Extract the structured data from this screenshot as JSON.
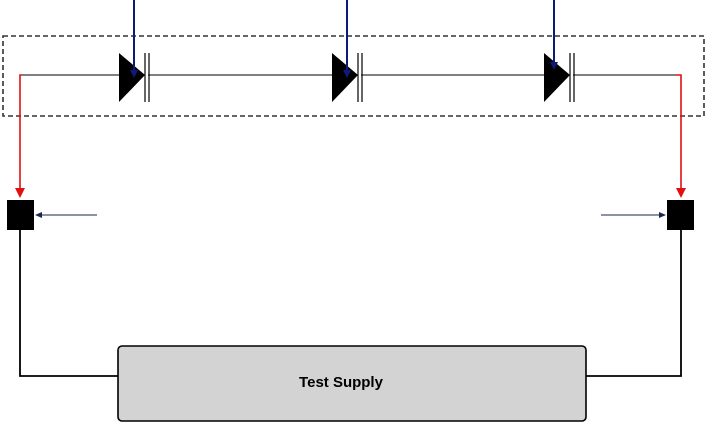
{
  "supply": {
    "label": "Test Supply"
  },
  "colors": {
    "wire": "#000000",
    "light_arrows": "#0c1a7a",
    "probe_arrows": "#e01010",
    "frame": "#333333",
    "supply_fill": "#d3d3d3"
  },
  "elements": {
    "diodes": 3,
    "light_arrows": 3,
    "probe_terminals": 2,
    "pointer_arrows": 2
  }
}
